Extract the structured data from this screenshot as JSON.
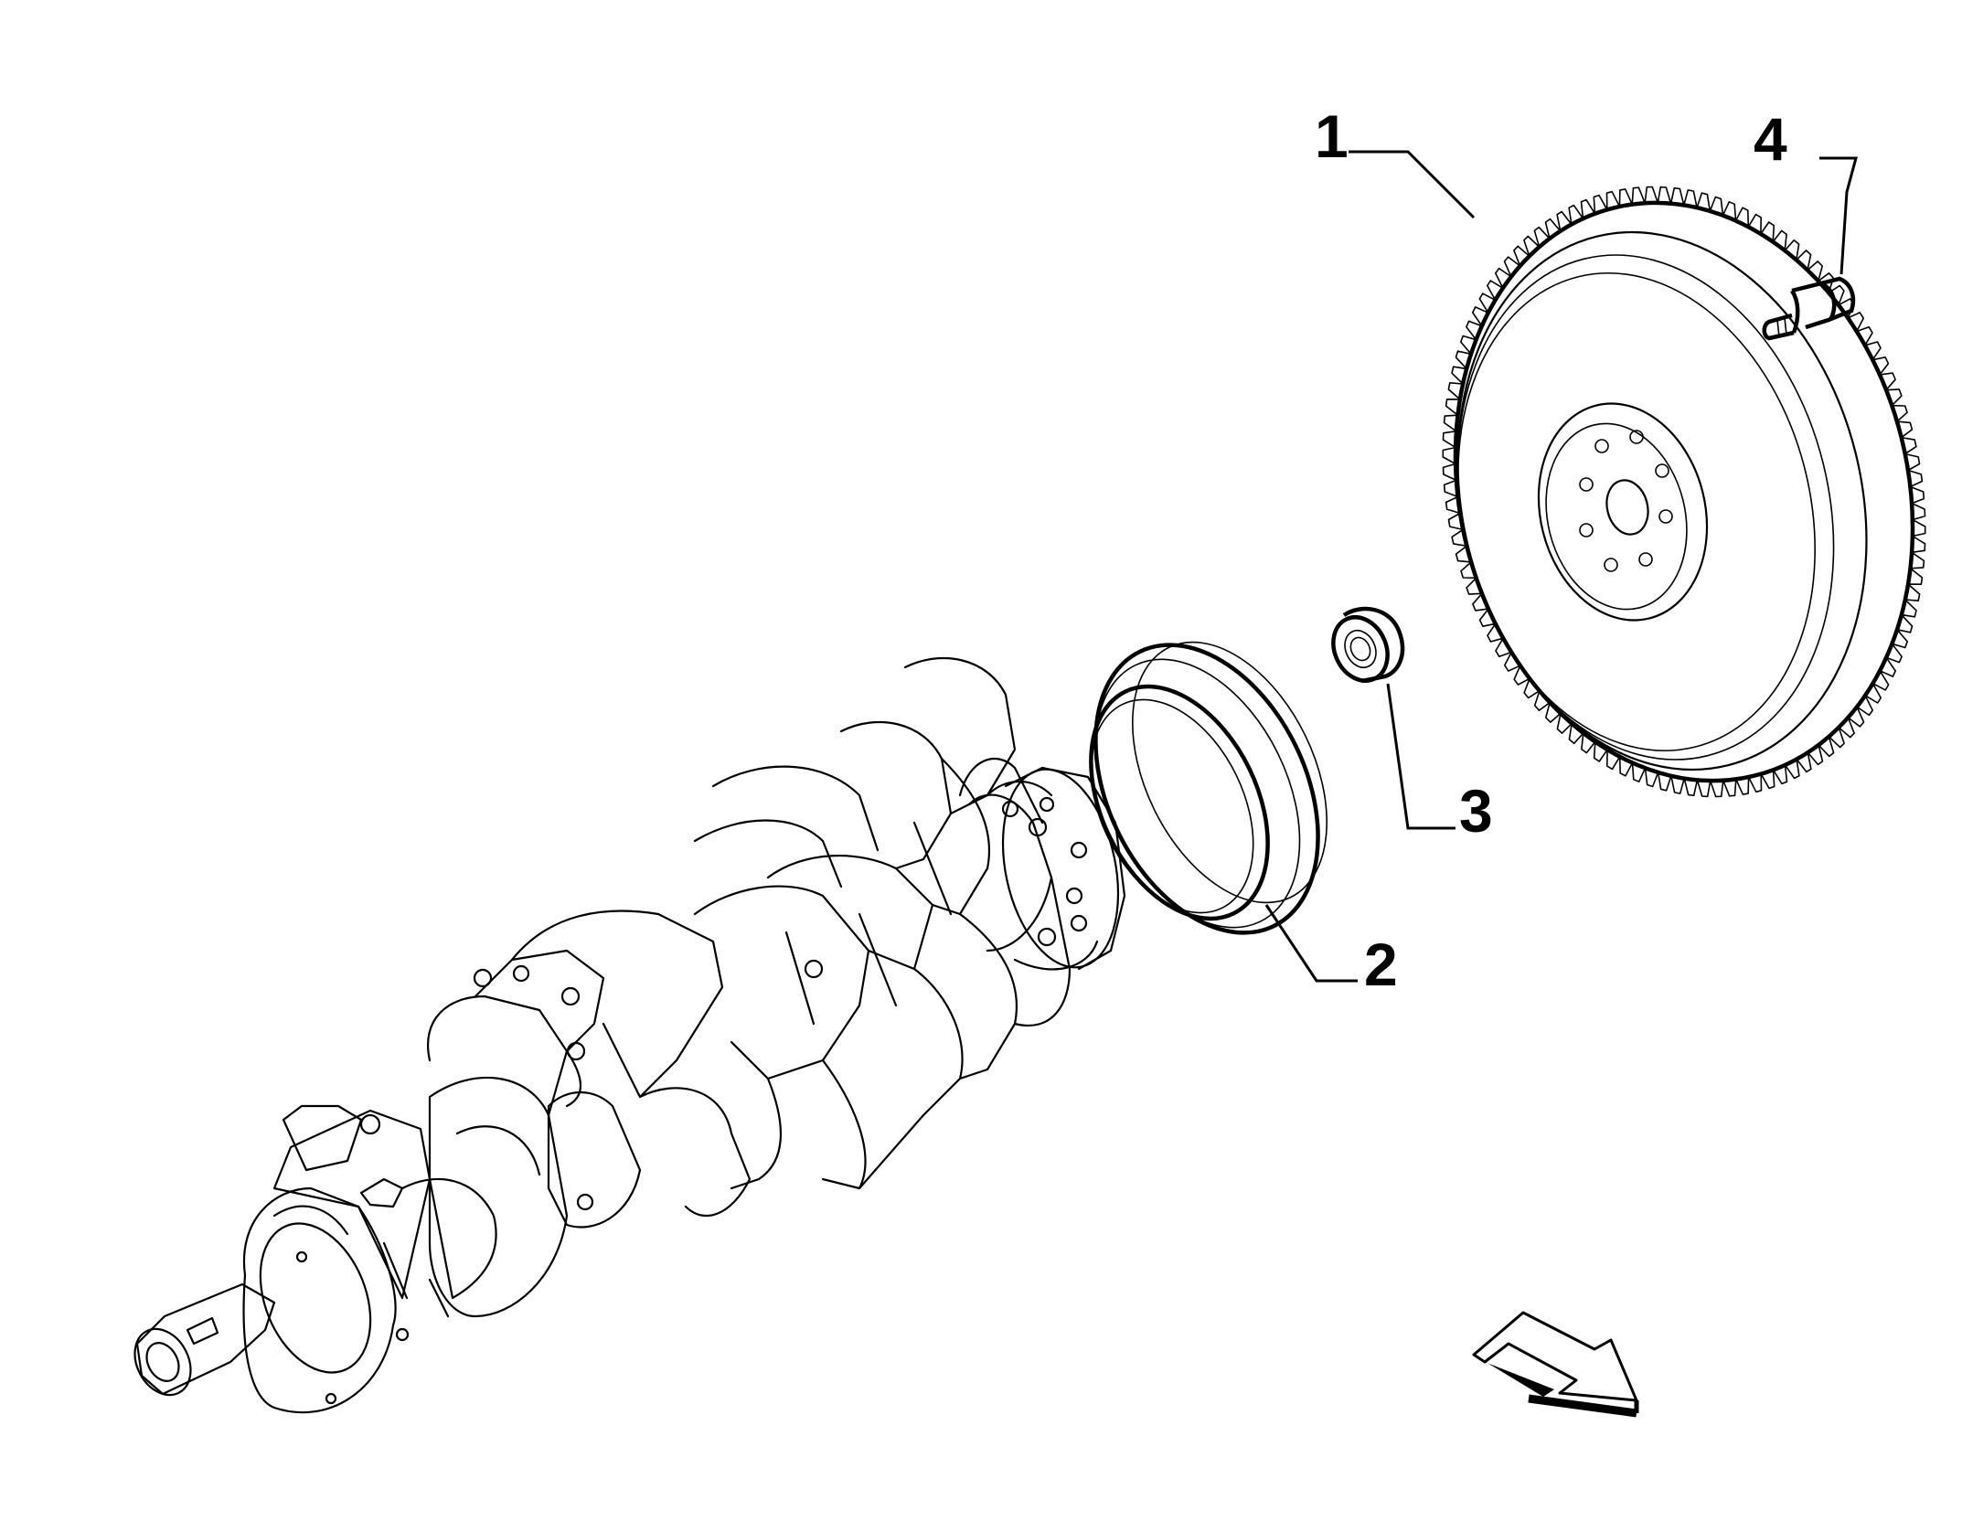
{
  "parts": [
    {
      "callout": "1",
      "name": "flywheel-with-ring-gear"
    },
    {
      "callout": "2",
      "name": "crankshaft-rear-oil-seal"
    },
    {
      "callout": "3",
      "name": "pilot-bearing"
    },
    {
      "callout": "4",
      "name": "flywheel-bolt"
    }
  ],
  "icons": {
    "crankshaft": "crankshaft-drawing",
    "direction": "direction-arrow-icon"
  },
  "colors": {
    "line": "#000000",
    "background": "#ffffff"
  }
}
